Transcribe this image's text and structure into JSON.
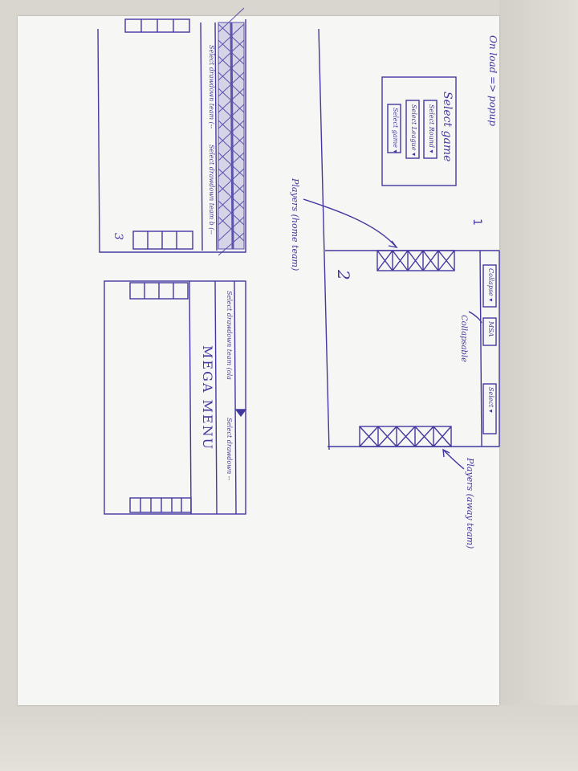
{
  "note_popup": "On load => popup",
  "popup": {
    "title": "Select game",
    "options": [
      "Select Round ▾",
      "Select League ▾",
      "Select game ▾"
    ]
  },
  "step_labels": {
    "one": "1",
    "two": "2",
    "three": "3"
  },
  "sketch2": {
    "toolbar": [
      "Collapse ▾",
      "MSA",
      "Select ▾"
    ],
    "collapsible_label": "Collapsable",
    "home_players_label": "Players (home team)",
    "away_players_label": "Players (away team)"
  },
  "sketch3": {
    "dropdown_texts": [
      "Select drawdown team (--",
      "Select drawdown team b (--"
    ]
  },
  "sketch4": {
    "mega_menu": "MEGA MENU",
    "dropdown_texts": [
      "Select drawdown team (ola",
      "Select drawdown --"
    ]
  },
  "colors": {
    "ink": "#4238a0",
    "paper": "#f6f6f4",
    "background": "#d9d6cf"
  }
}
